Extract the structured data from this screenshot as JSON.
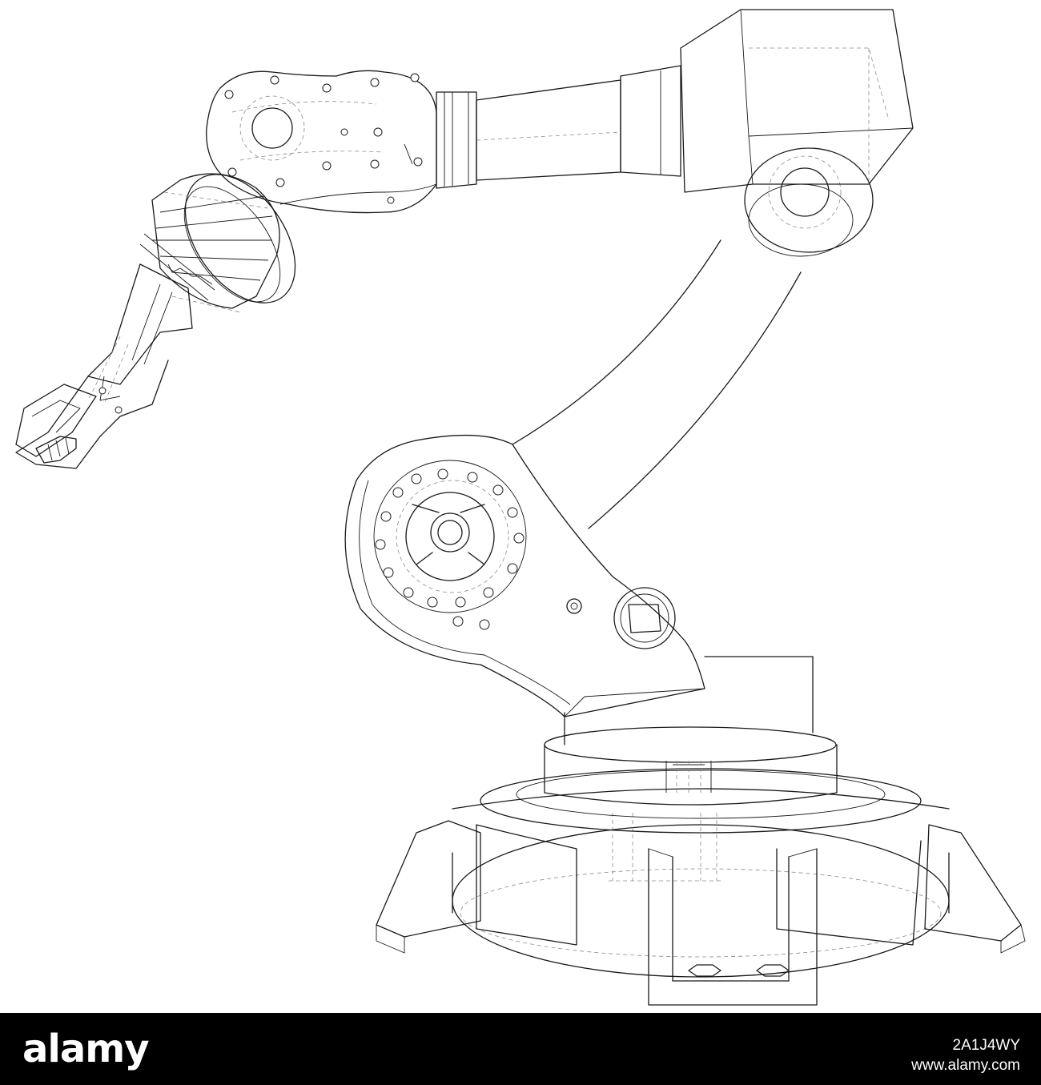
{
  "illustration": {
    "subject": "robot-arm-wireframe",
    "line_color": "#1a1a1a",
    "hidden_line_color": "#8a8a8a",
    "background": "#ffffff"
  },
  "footer": {
    "background": "#000000",
    "logo_text": "alamy",
    "stock_id": "2A1J4WY",
    "address": "www.alamy.com"
  }
}
